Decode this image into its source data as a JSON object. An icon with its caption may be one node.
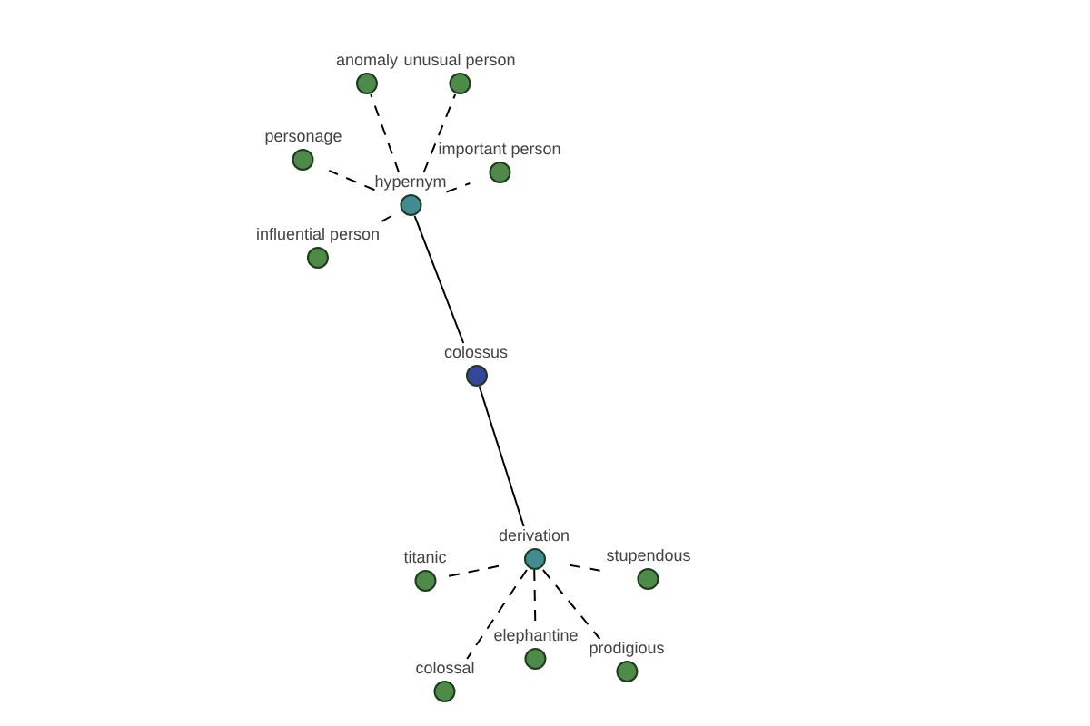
{
  "diagram": {
    "nodes": [
      {
        "text": [
          "unusual person"
        ]
      },
      {
        "text": [
          "anomaly"
        ]
      },
      {
        "text": [
          "personage"
        ]
      },
      {
        "text": [
          "important person"
        ]
      },
      {
        "text": [
          "hypernym"
        ]
      },
      {
        "text": [
          "influential person"
        ]
      },
      {
        "text": [
          "colossus"
        ]
      },
      {
        "text": [
          "derivation"
        ]
      },
      {
        "text": [
          "titanic"
        ]
      },
      {
        "text": [
          "stupendous"
        ]
      },
      {
        "text": [
          "elephantine"
        ]
      },
      {
        "text": [
          "prodigious"
        ]
      },
      {
        "text": [
          "colossal"
        ]
      }
    ],
    "edges": [
      {
        "from": 4,
        "to": 6,
        "arrow": "none"
      },
      {
        "from": 4,
        "to": 0,
        "arrow": "none",
        "style": "dashed"
      },
      {
        "from": 4,
        "to": 1,
        "arrow": "none",
        "style": "dashed"
      },
      {
        "from": 4,
        "to": 2,
        "arrow": "none",
        "style": "dashed"
      },
      {
        "from": 4,
        "to": 3,
        "arrow": "none",
        "style": "dashed"
      },
      {
        "from": 4,
        "to": 5,
        "arrow": "none",
        "style": "dashed"
      },
      {
        "from": 6,
        "to": 7,
        "arrow": "none"
      },
      {
        "from": 7,
        "to": 8,
        "arrow": "none",
        "style": "dashed"
      },
      {
        "from": 7,
        "to": 9,
        "arrow": "none",
        "style": "dashed"
      },
      {
        "from": 7,
        "to": 10,
        "arrow": "none",
        "style": "dashed"
      },
      {
        "from": 7,
        "to": 11,
        "arrow": "none",
        "style": "dashed"
      },
      {
        "from": 7,
        "to": 12,
        "arrow": "none",
        "style": "dashed"
      }
    ]
  }
}
